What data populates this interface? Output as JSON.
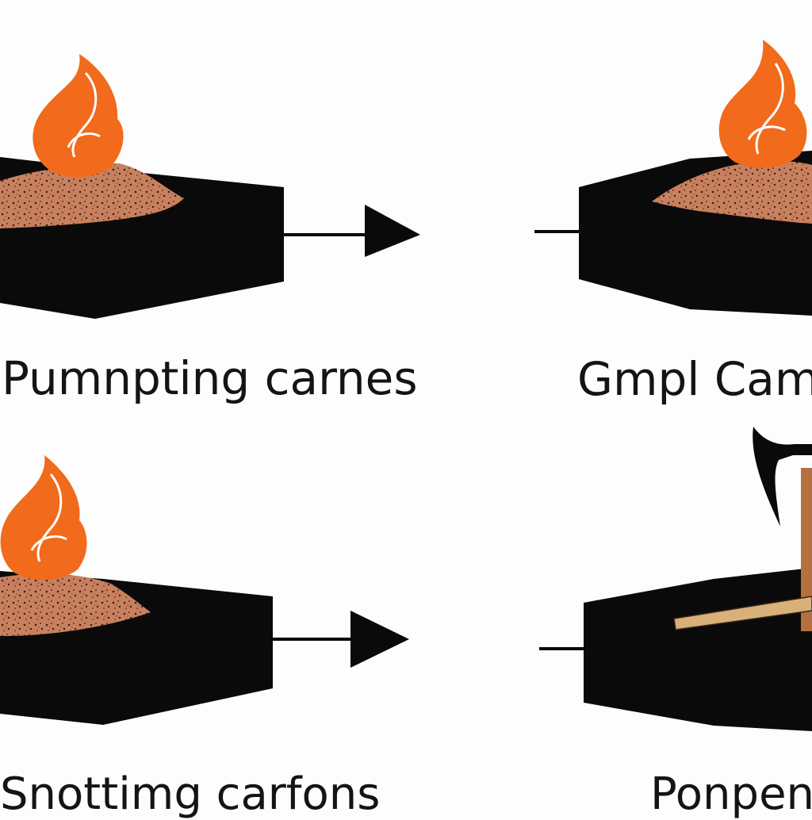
{
  "captions": {
    "top_left": "Pumnpting carnes",
    "top_right": "Gmpl Cam",
    "bottom_left": "Snottimg carfons",
    "bottom_right": "Ponpene"
  },
  "colors": {
    "block": "#0a0a0a",
    "flame": "#f26a1b",
    "flame_highlight": "#ffffff",
    "soil": "#c8805e",
    "soil_speckle": "#3a2018",
    "hammer_handle": "#b5703f",
    "stick": "#d8b07a",
    "background": "#fdfdfd"
  },
  "icons": {
    "flame": "fire-icon",
    "arrow": "arrow-right-icon",
    "hammer": "hammer-icon"
  }
}
